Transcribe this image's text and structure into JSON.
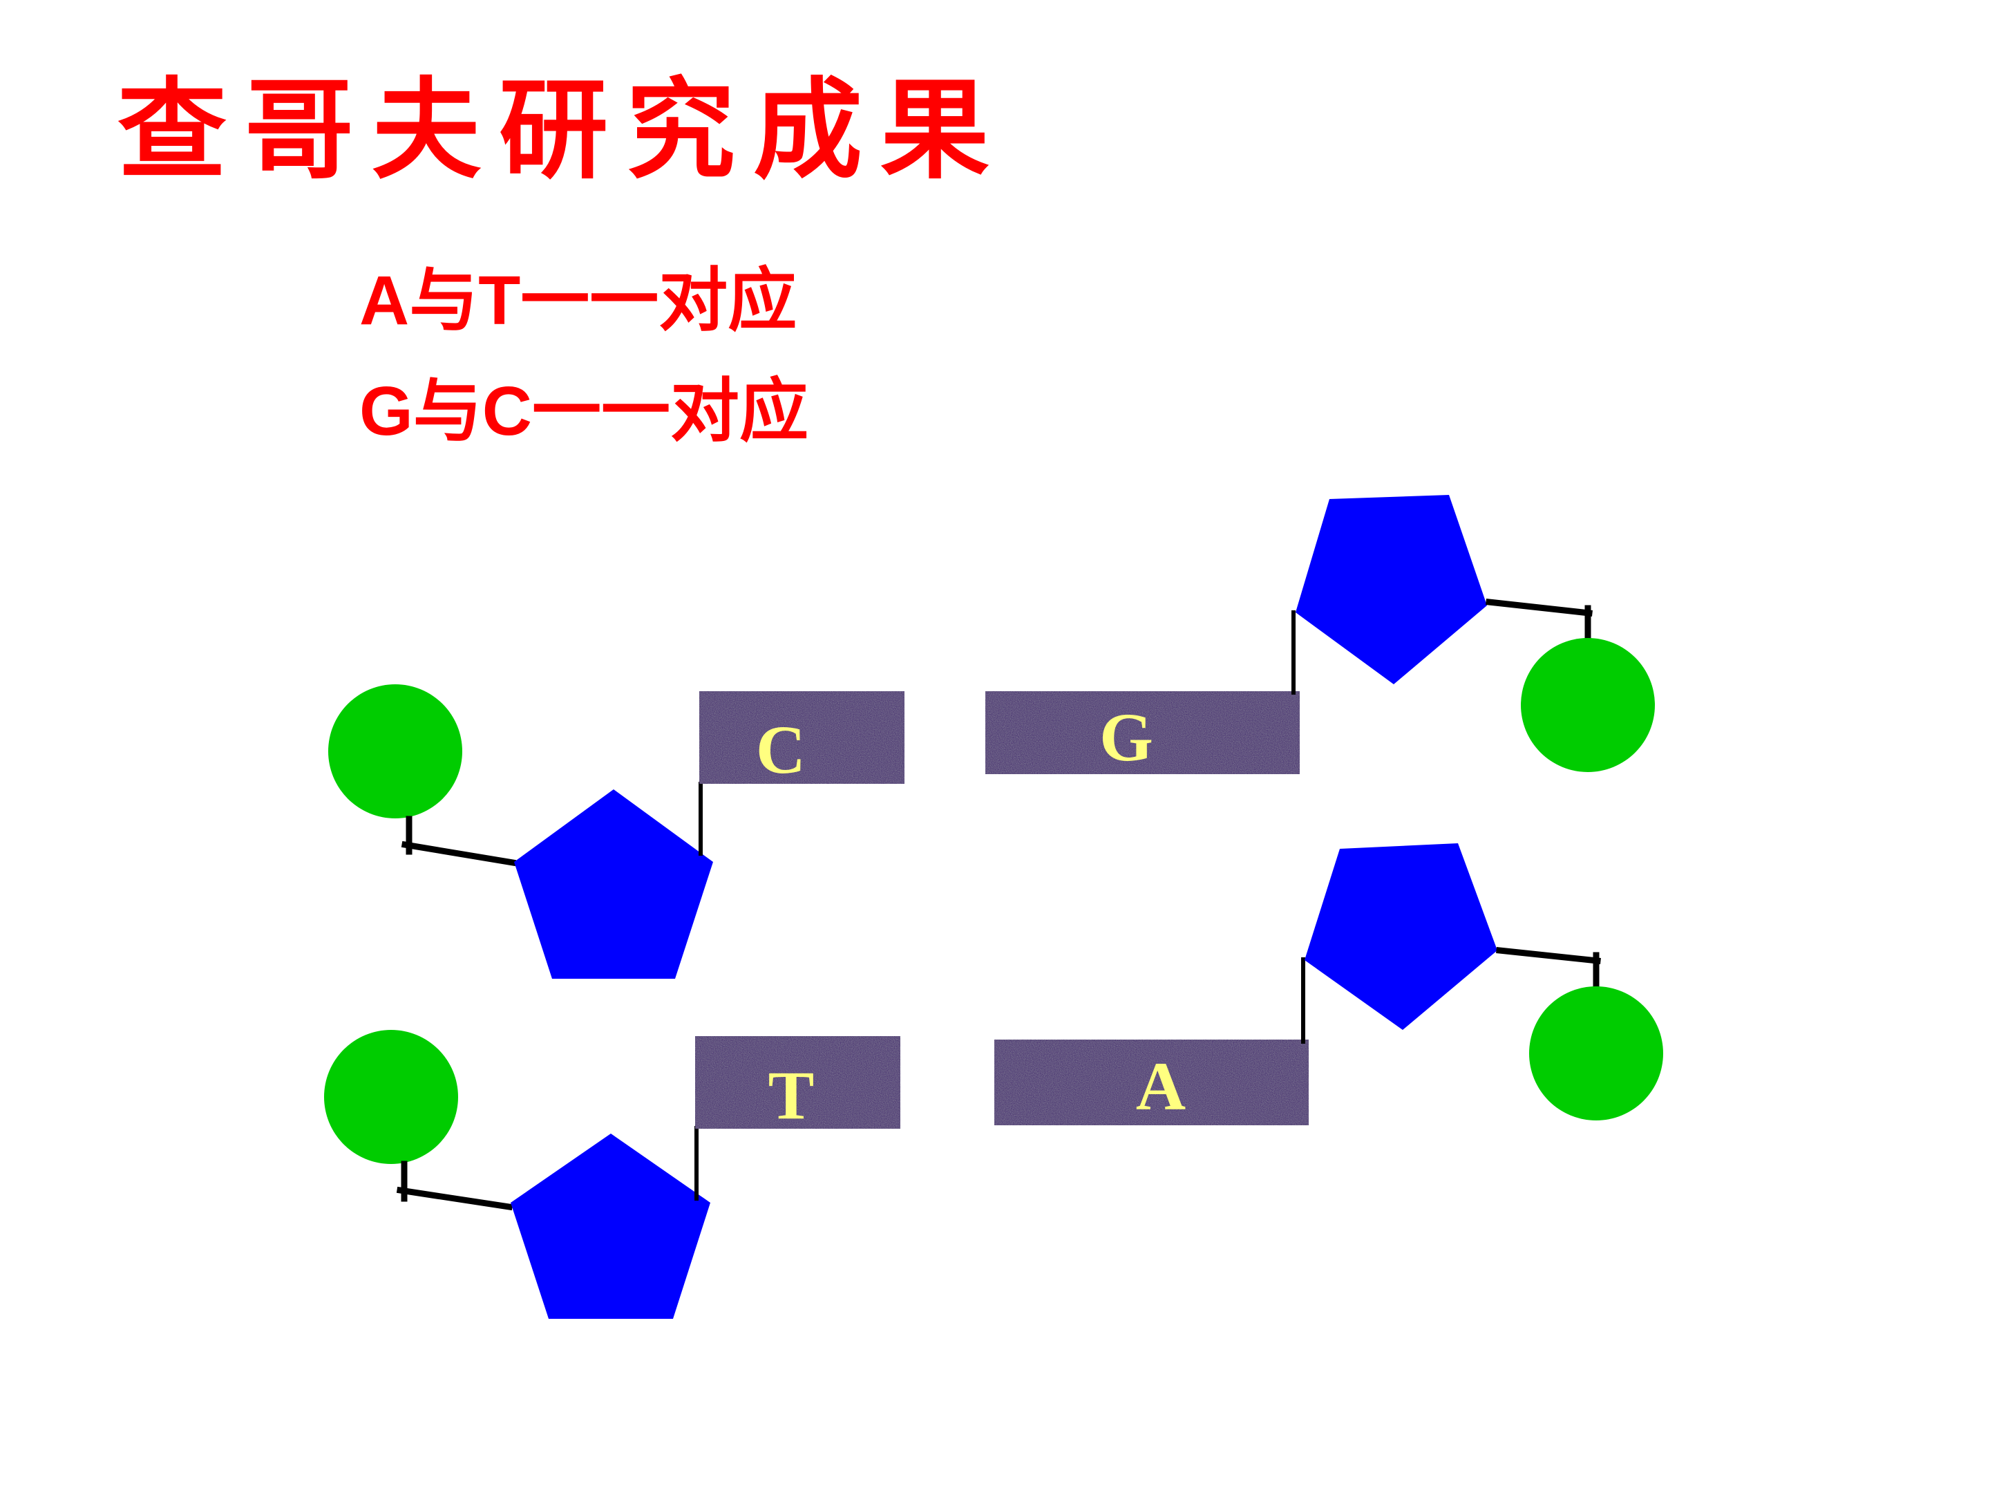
{
  "slide": {
    "title": "查哥夫研究成果",
    "rules": [
      "A与T一一对应",
      "G与C一一对应"
    ]
  },
  "diagram": {
    "nucleotides": [
      {
        "base": "C"
      },
      {
        "base": "G"
      },
      {
        "base": "T"
      },
      {
        "base": "A"
      }
    ]
  },
  "colors": {
    "text_red": "#ff0000",
    "phosphate_green": "#00cc00",
    "sugar_blue": "#0000ff",
    "base_purple": "#3d1970",
    "base_label_yellow": "#ffff80",
    "bond_black": "#000000"
  }
}
